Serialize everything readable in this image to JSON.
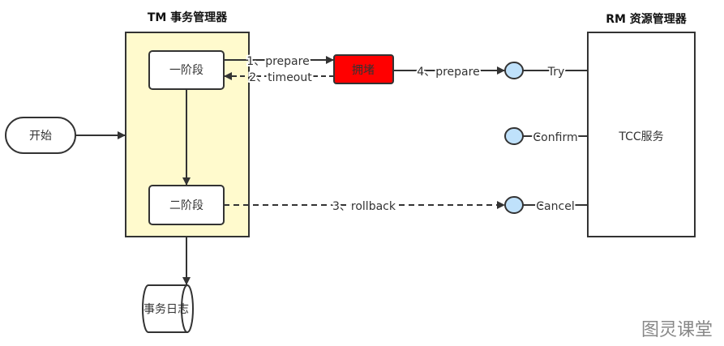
{
  "tm": {
    "title": "TM 事务管理器",
    "phase1": "一阶段",
    "phase2": "二阶段"
  },
  "start": "开始",
  "log": "事务日志",
  "congestion": "拥堵",
  "edges": {
    "prepare1": "1、prepare",
    "timeout": "2、timeout",
    "rollback": "3、rollback",
    "prepare4": "4、prepare"
  },
  "rm": {
    "title": "RM 资源管理器",
    "service": "TCC服务",
    "try": "Try",
    "confirm": "Confirm",
    "cancel": "Cancel"
  },
  "watermark": "图灵课堂",
  "colors": {
    "tm_fill": "#fffacd",
    "congestion_fill": "#ff0000",
    "port_fill": "#bfe1fb"
  }
}
